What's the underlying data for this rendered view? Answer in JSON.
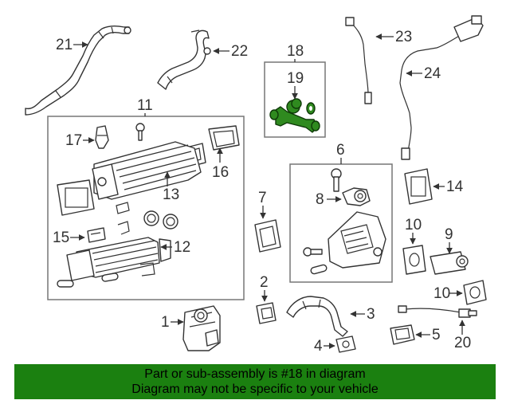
{
  "labels": {
    "p1": "1",
    "p2": "2",
    "p3": "3",
    "p4": "4",
    "p5": "5",
    "p6": "6",
    "p7": "7",
    "p8": "8",
    "p9": "9",
    "p10a": "10",
    "p10b": "10",
    "p11": "11",
    "p12": "12",
    "p13": "13",
    "p14": "14",
    "p15": "15",
    "p16": "16",
    "p17": "17",
    "p18": "18",
    "p19": "19",
    "p20": "20",
    "p21": "21",
    "p22": "22",
    "p23": "23",
    "p24": "24"
  },
  "banner": {
    "line1": "Part or sub-assembly is #18 in diagram",
    "line2": "Diagram may not be specific to your vehicle"
  },
  "colors": {
    "highlight": "#2f8a1f",
    "banner": "#1b8010"
  }
}
